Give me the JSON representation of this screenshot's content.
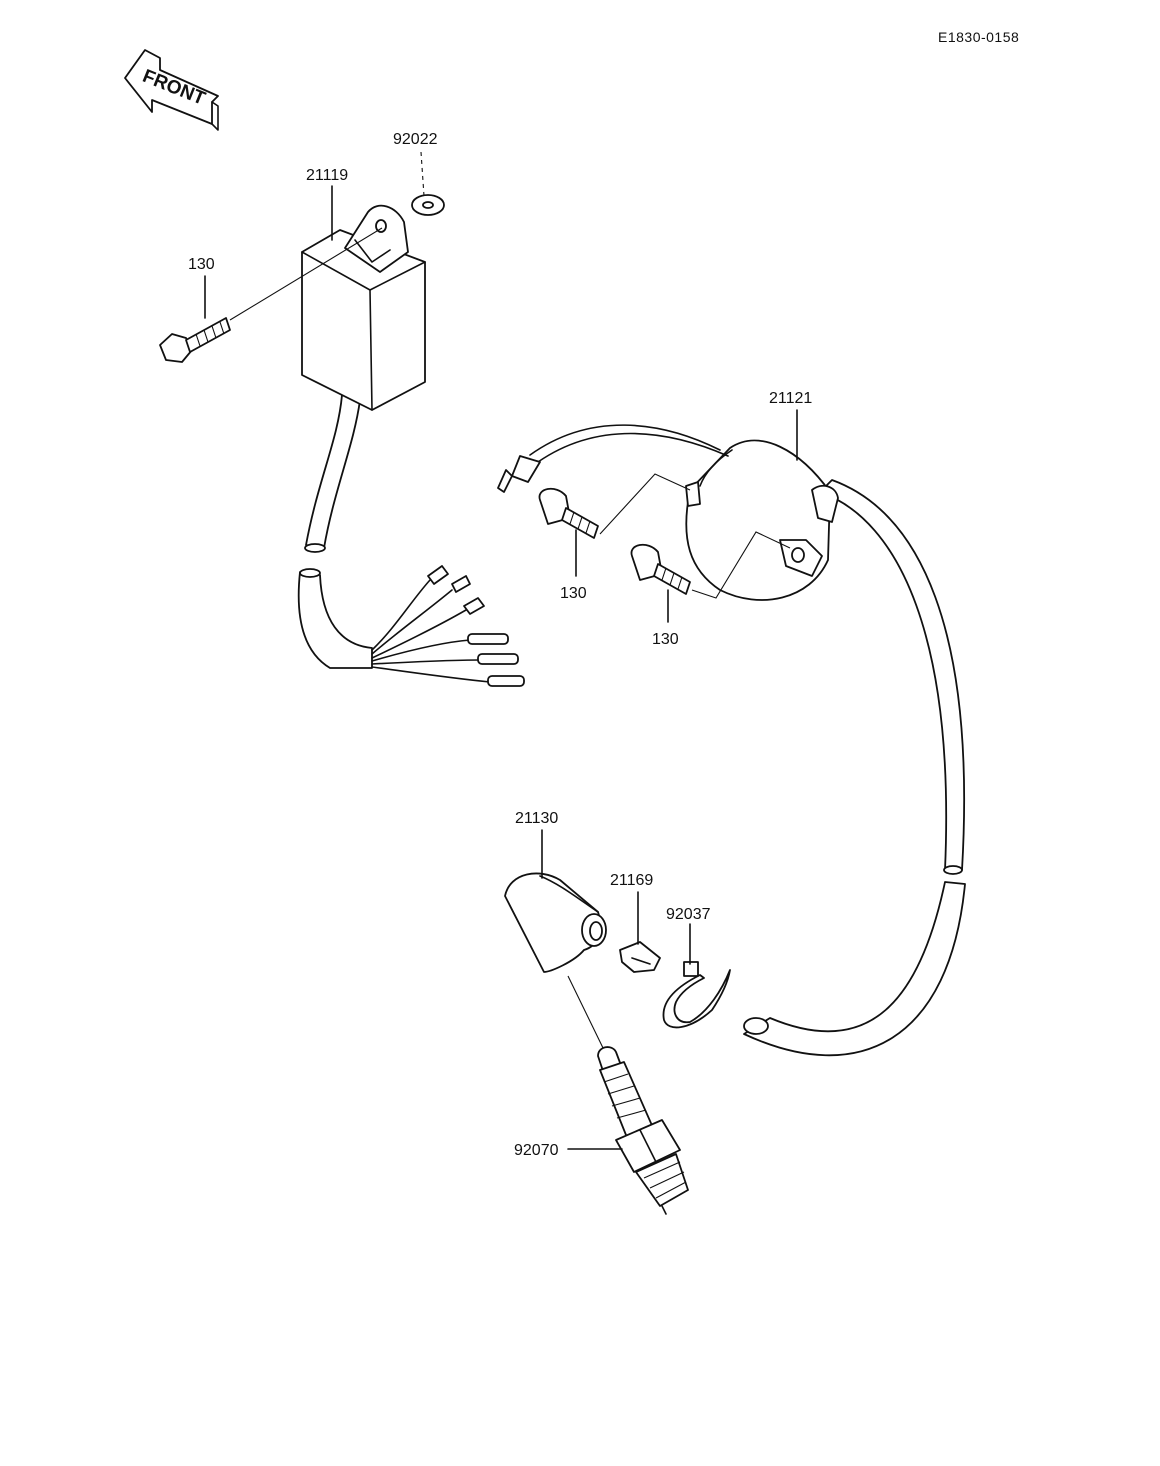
{
  "document_code": "E1830-0158",
  "direction_label": "FRONT",
  "callouts": {
    "cdi_unit": "21119",
    "washer": "92022",
    "bolt_cdi": "130",
    "ignition_coil": "21121",
    "bolt_coil_upper": "130",
    "bolt_coil_lower": "130",
    "plug_cap": "21130",
    "clamp": "21169",
    "band": "92037",
    "spark_plug": "92070"
  }
}
